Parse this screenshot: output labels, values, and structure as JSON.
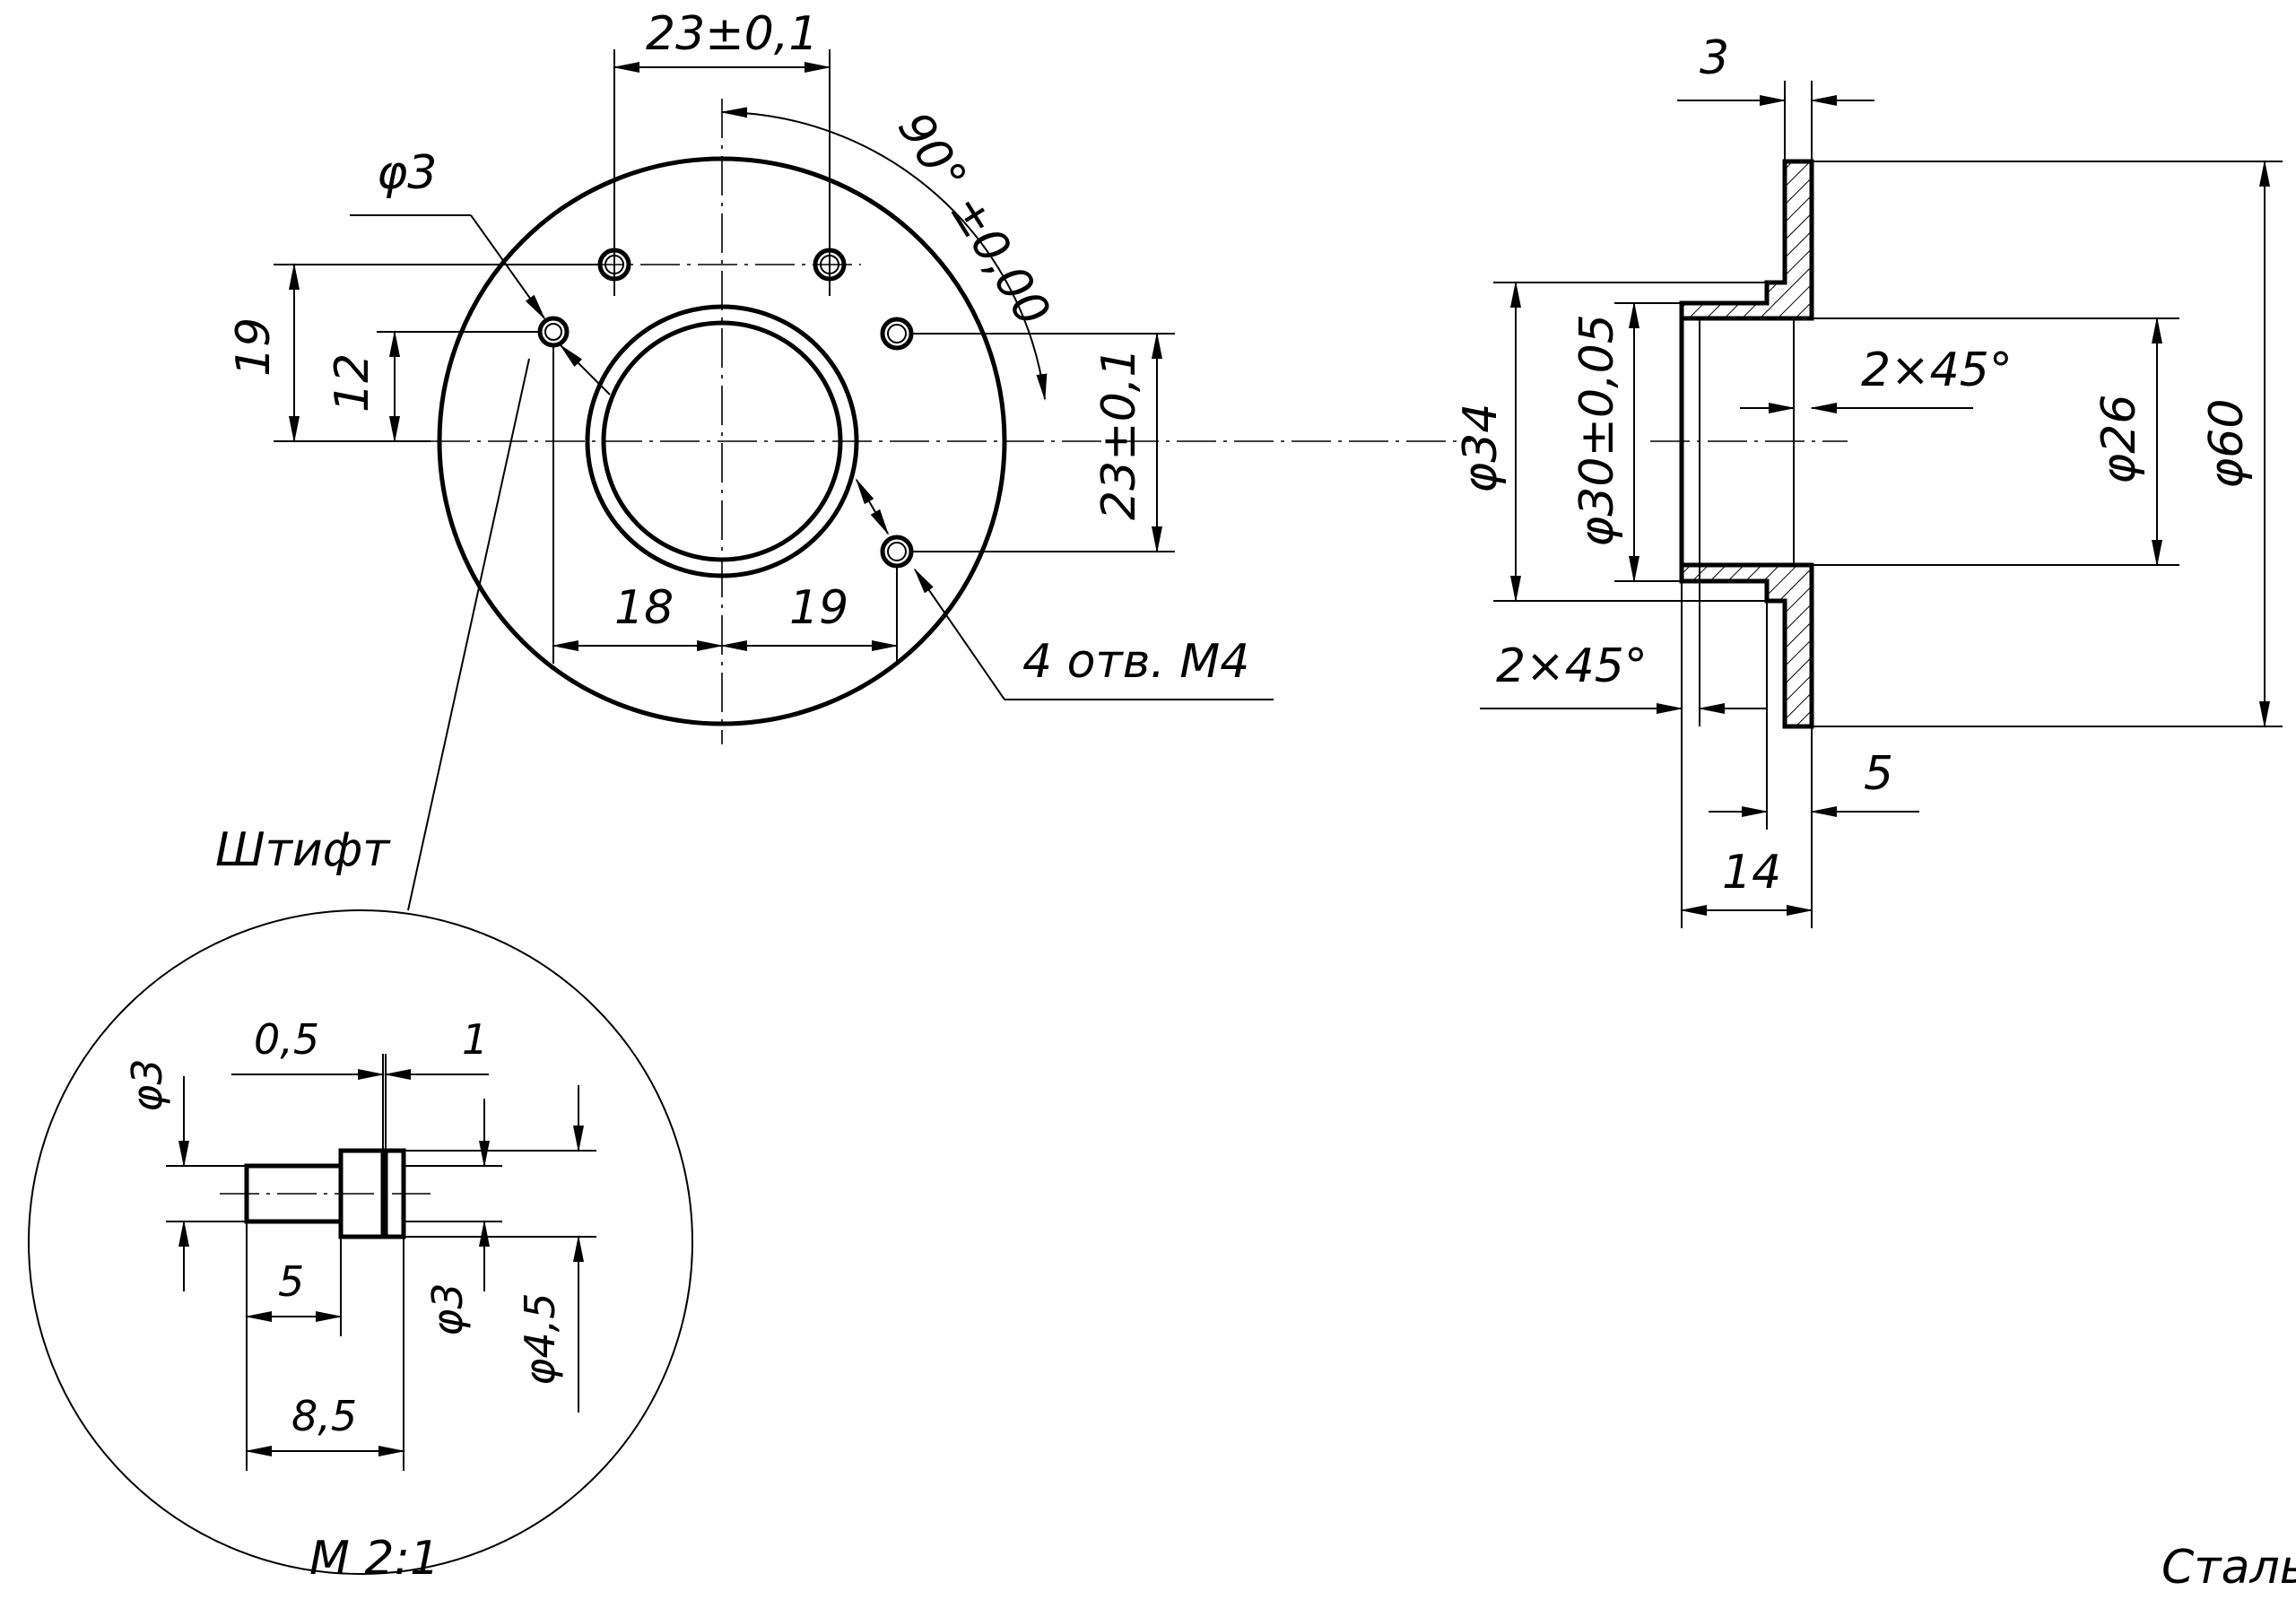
{
  "labels": {
    "d_23_top": "23±0,1",
    "angle_90": "90° ±0,00",
    "phi3_top": "φ3",
    "dim_19_left": "19",
    "dim_12": "12",
    "dim_23_right": "23±0,1",
    "dim_18": "18",
    "dim_19_bottom": "19",
    "holes_note": "4 отв. M4",
    "pin_title": "Штифт",
    "dim_3_top": "3",
    "phi34": "φ34",
    "phi30": "φ30±0,05",
    "chamfer_inner": "2×45°",
    "phi26": "φ26",
    "phi60": "φ60",
    "chamfer_outer": "2×45°",
    "dim_5_side": "5",
    "dim_14": "14",
    "pin_phi3_left": "φ3",
    "pin_05": "0,5",
    "pin_1": "1",
    "pin_5": "5",
    "pin_phi3_right": "φ3",
    "pin_phi45": "φ4,5",
    "pin_85": "8,5",
    "scale": "M 2:1",
    "material": "Сталь"
  }
}
